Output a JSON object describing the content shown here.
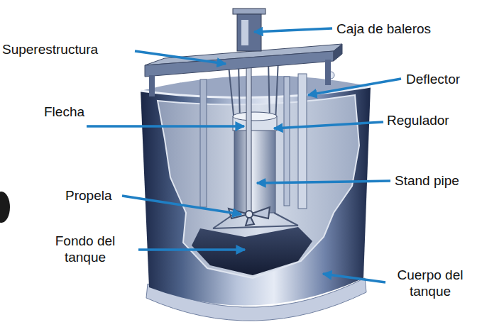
{
  "diagram": {
    "labels": [
      "Caja de baleros",
      "Superestructura",
      "Deflector",
      "Flecha",
      "Regulador",
      "Stand pipe",
      "Propela",
      "Fondo del tanque",
      "Cuerpo del tanque"
    ]
  }
}
